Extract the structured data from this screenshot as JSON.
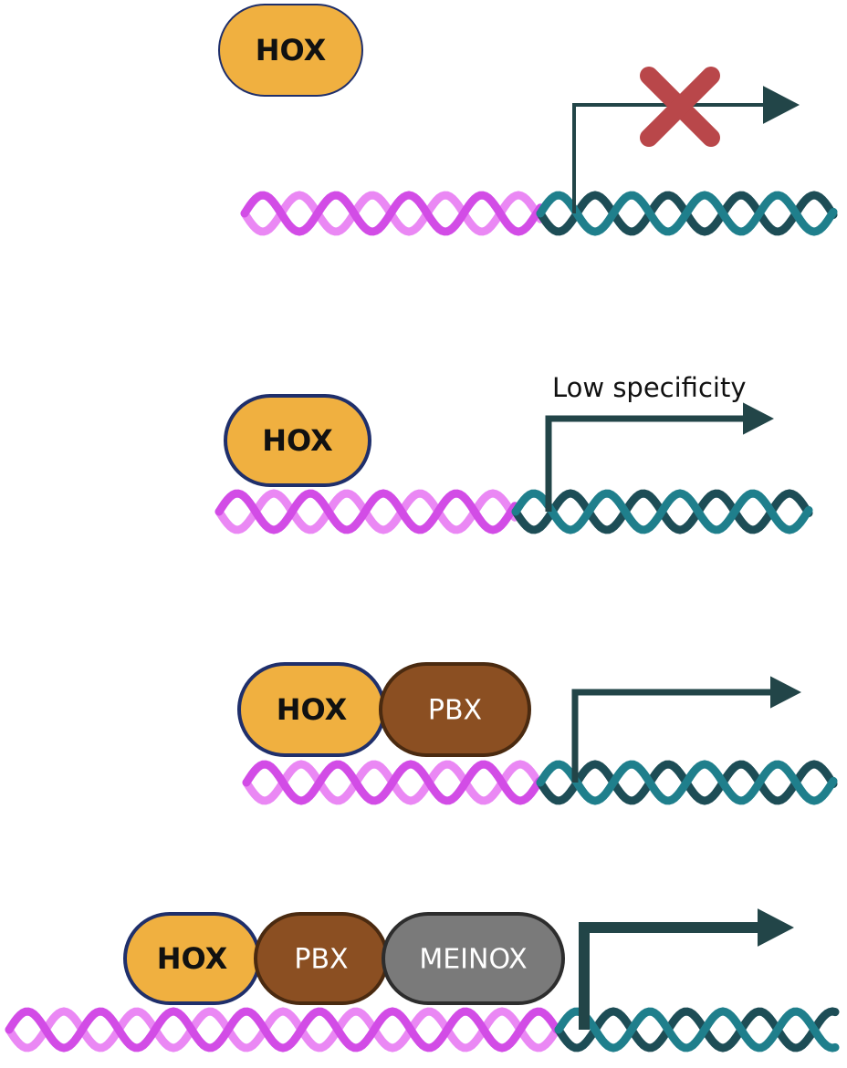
{
  "colors": {
    "dna_upstream": "#d24ce6",
    "dna_upstream_light": "#ea88f4",
    "dna_gene_dark": "#1d4d56",
    "dna_gene_light": "#1f7f8c",
    "arrow": "#224548",
    "hox_fill": "#f0b040",
    "hox_stroke": "#1f2f6b",
    "pbx_fill": "#8b4f22",
    "pbx_stroke": "#4a2a10",
    "meinox_fill": "#7a7a7a",
    "meinox_stroke": "#2d2d2d",
    "cross": "#b9474a",
    "text_dark": "#111111",
    "text_light": "#ffffff"
  },
  "panels": [
    {
      "proteins": [
        {
          "label": "HOX",
          "kind": "hox",
          "bold": true
        }
      ],
      "blocked": true,
      "caption": "",
      "cross_icon": "x-mark-icon"
    },
    {
      "proteins": [
        {
          "label": "HOX",
          "kind": "hox",
          "bold": true
        }
      ],
      "blocked": false,
      "caption": "Low specificity"
    },
    {
      "proteins": [
        {
          "label": "HOX",
          "kind": "hox",
          "bold": true
        },
        {
          "label": "PBX",
          "kind": "pbx",
          "bold": false
        }
      ],
      "blocked": false,
      "caption": ""
    },
    {
      "proteins": [
        {
          "label": "HOX",
          "kind": "hox",
          "bold": true
        },
        {
          "label": "PBX",
          "kind": "pbx",
          "bold": false
        },
        {
          "label": "MEINOX",
          "kind": "meinox",
          "bold": false
        }
      ],
      "blocked": false,
      "caption": ""
    }
  ]
}
